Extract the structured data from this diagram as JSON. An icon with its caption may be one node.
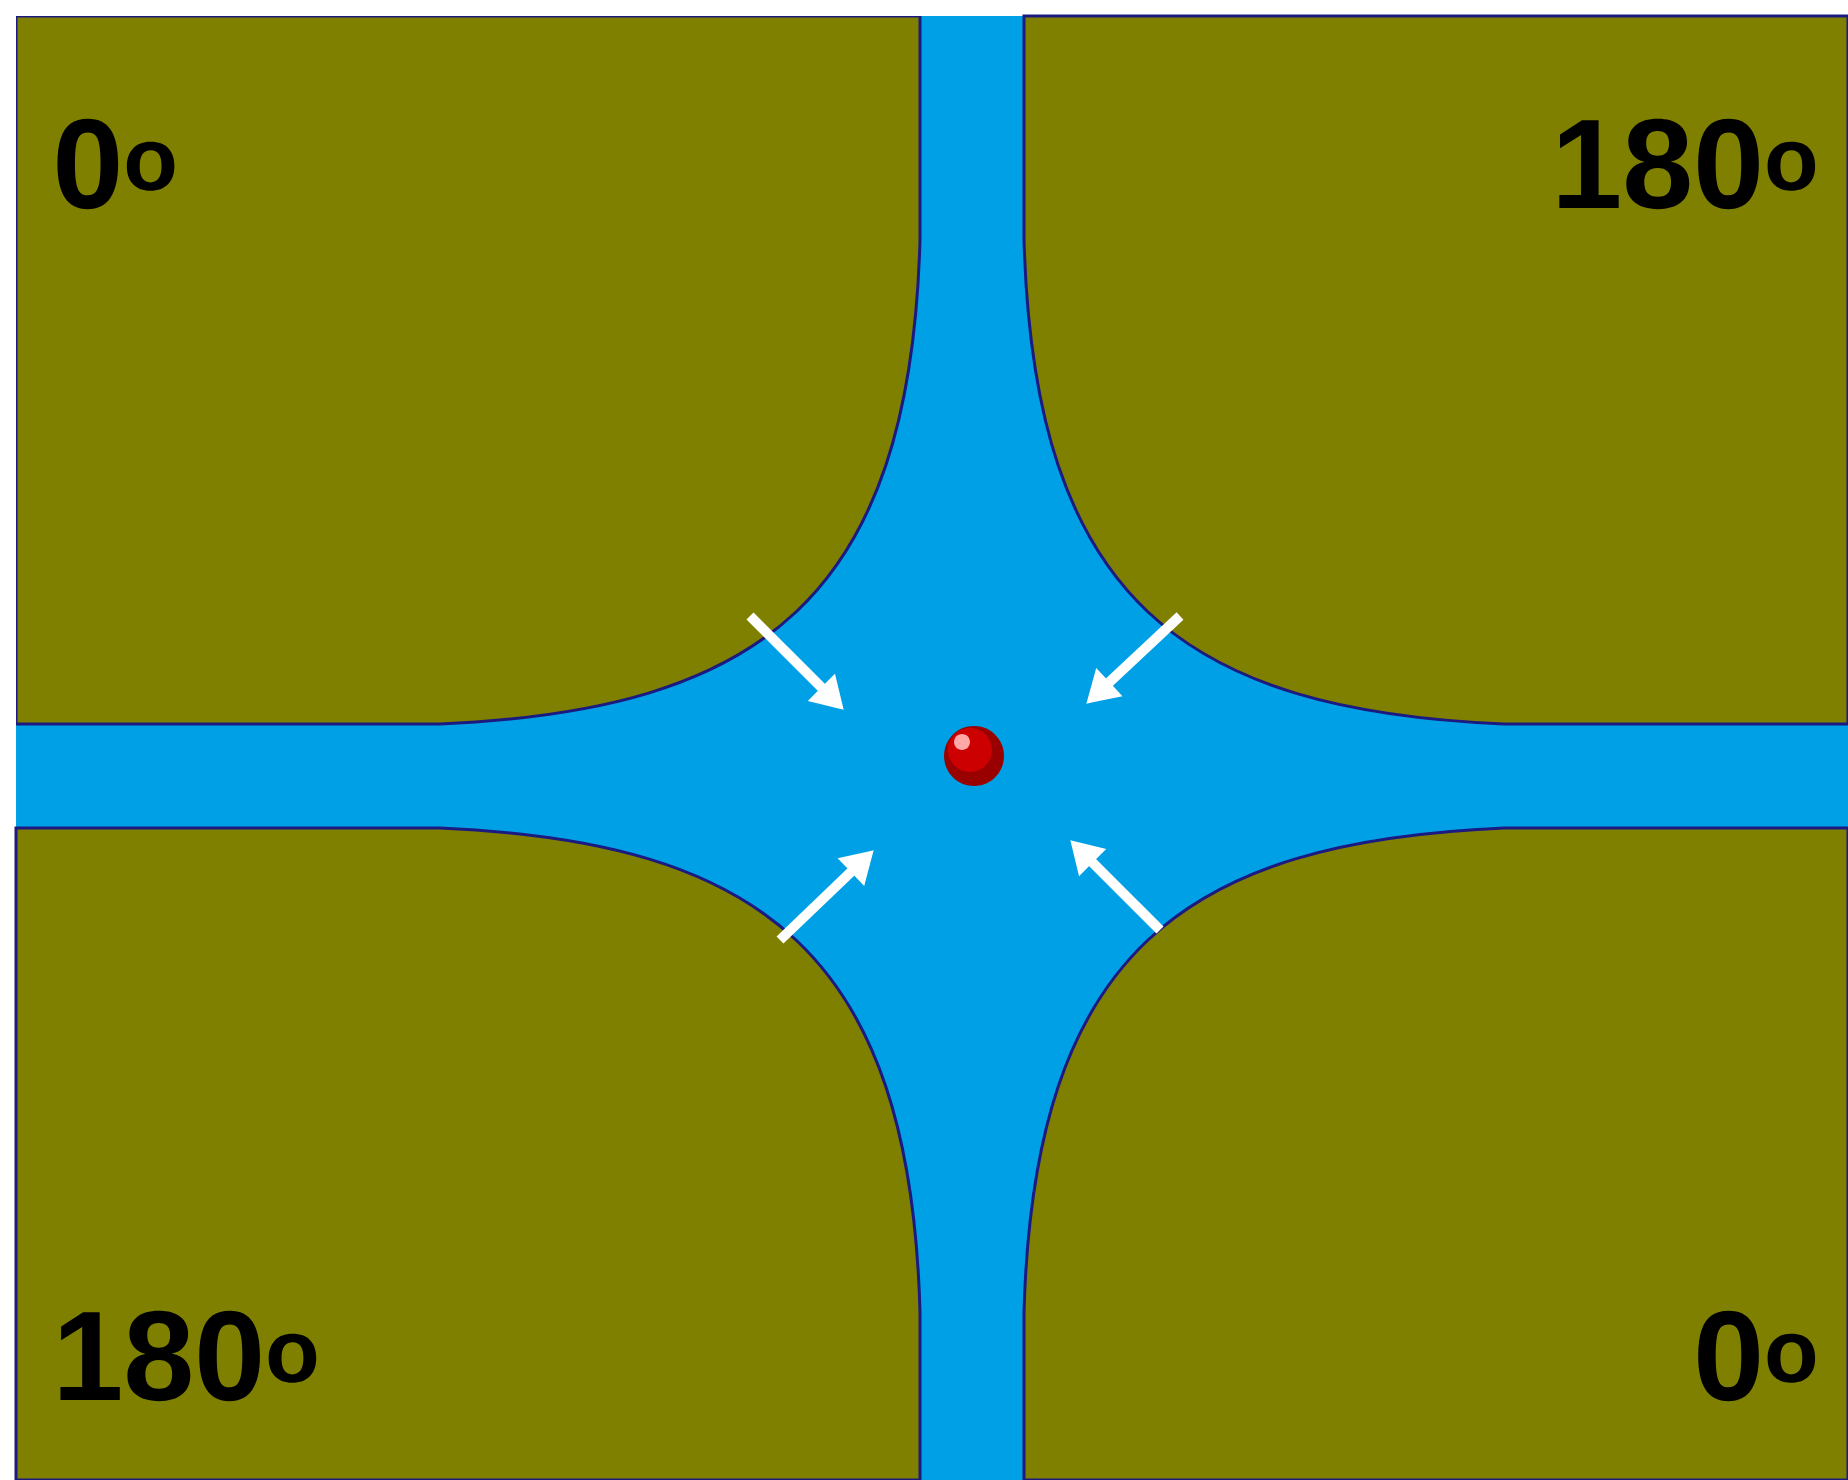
{
  "diagram": {
    "labels": [
      "0$^{o}$",
      "180$^{o}$",
      "180$^{o}$",
      "0$^{o}$"
    ]
  }
}
